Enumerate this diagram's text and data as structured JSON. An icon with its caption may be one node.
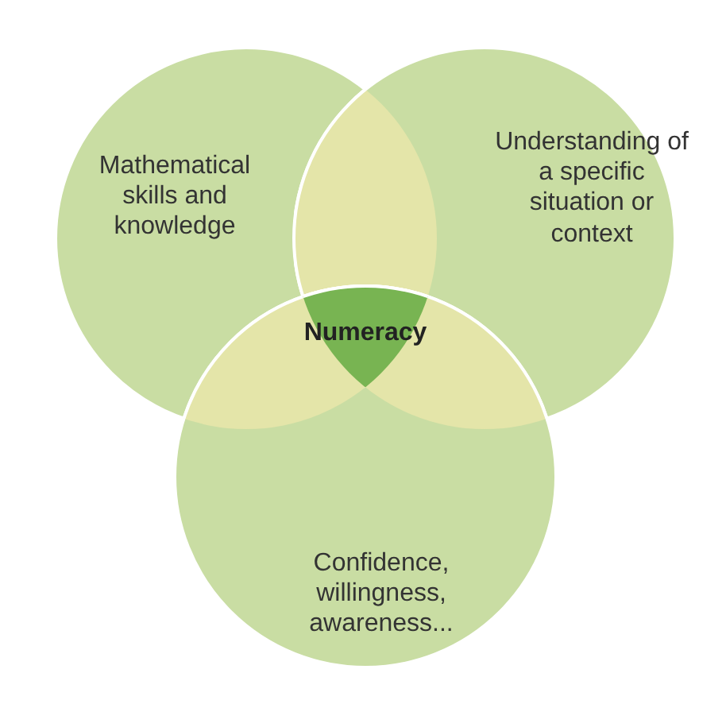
{
  "diagram": {
    "nodes": [
      {
        "text": [
          "Mathematical skills and knowledge"
        ]
      },
      {
        "text": [
          "Understanding of a specific situation or context"
        ]
      },
      {
        "text": [
          "Confidence, willingness, awareness..."
        ]
      },
      {
        "text": [
          "Numeracy"
        ]
      }
    ]
  }
}
